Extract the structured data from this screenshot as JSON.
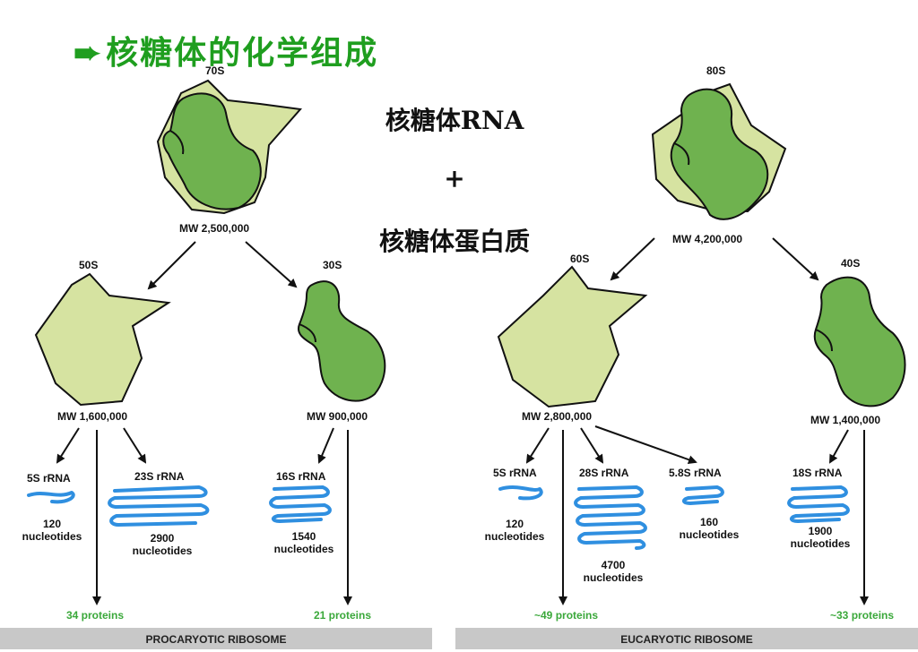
{
  "title": {
    "arrow": "➨",
    "text": "核糖体的化学组成"
  },
  "center": {
    "line1": "核糖体RNA",
    "line2": "+",
    "line3": "核糖体蛋白质"
  },
  "prokaryote": {
    "whole": {
      "s": "70S",
      "mw": "MW 2,500,000"
    },
    "large": {
      "s": "50S",
      "mw": "MW 1,600,000"
    },
    "small": {
      "s": "30S",
      "mw": "MW 900,000"
    },
    "rna1": {
      "name": "5S rRNA",
      "n": "120",
      "unit": "nucleotides"
    },
    "rna2": {
      "name": "23S rRNA",
      "n": "2900",
      "unit": "nucleotides"
    },
    "rna3": {
      "name": "16S rRNA",
      "n": "1540",
      "unit": "nucleotides"
    },
    "proteins_large": "34 proteins",
    "proteins_small": "21 proteins",
    "footer": "PROCARYOTIC RIBOSOME"
  },
  "eukaryote": {
    "whole": {
      "s": "80S",
      "mw": "MW 4,200,000"
    },
    "large": {
      "s": "60S",
      "mw": "MW 2,800,000"
    },
    "small": {
      "s": "40S",
      "mw": "MW 1,400,000"
    },
    "rna1": {
      "name": "5S rRNA",
      "n": "120",
      "unit": "nucleotides"
    },
    "rna2": {
      "name": "28S rRNA",
      "n": "4700",
      "unit": "nucleotides"
    },
    "rna3": {
      "name": "5.8S rRNA",
      "n": "160",
      "unit": "nucleotides"
    },
    "rna4": {
      "name": "18S rRNA",
      "n": "1900",
      "unit": "nucleotides"
    },
    "proteins_large": "~49 proteins",
    "proteins_small": "~33 proteins",
    "footer": "EUCARYOTIC RIBOSOME"
  },
  "colors": {
    "light_subunit": "#d6e3a1",
    "dark_subunit": "#6fb24f",
    "rna": "#2f8fe0",
    "title": "#1f9e1f",
    "protein_text": "#3aa83a",
    "footer_bar": "#c8c8c8"
  }
}
